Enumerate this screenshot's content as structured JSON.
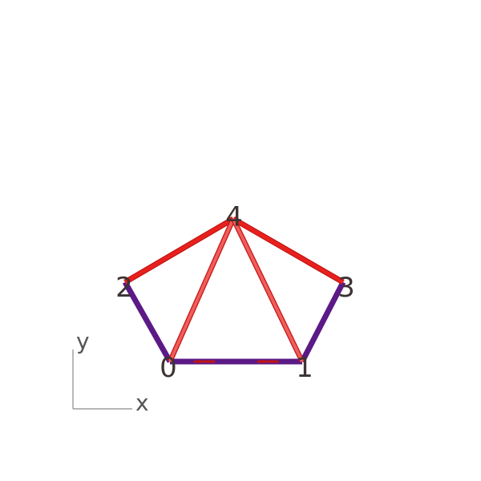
{
  "nodes": [
    {
      "id": "0",
      "label": "0"
    },
    {
      "id": "1",
      "label": "1"
    },
    {
      "id": "2",
      "label": "2"
    },
    {
      "id": "3",
      "label": "3"
    },
    {
      "id": "4",
      "label": "4"
    }
  ],
  "edges": [
    {
      "from": "0",
      "to": "1",
      "style": "purple-red"
    },
    {
      "from": "0",
      "to": "2",
      "style": "purple"
    },
    {
      "from": "1",
      "to": "3",
      "style": "purple"
    },
    {
      "from": "2",
      "to": "4",
      "style": "red"
    },
    {
      "from": "3",
      "to": "4",
      "style": "red"
    },
    {
      "from": "0",
      "to": "4",
      "style": "light-red"
    },
    {
      "from": "1",
      "to": "4",
      "style": "light-red"
    }
  ],
  "axes": {
    "x_label": "x",
    "y_label": "y"
  },
  "colors": {
    "red": "#e8211d",
    "light_red": "#ef5e5a",
    "purple": "#5b1a86",
    "dark_red": "#c41414",
    "label": "#3d3333",
    "axis": "#8a8a8a"
  }
}
